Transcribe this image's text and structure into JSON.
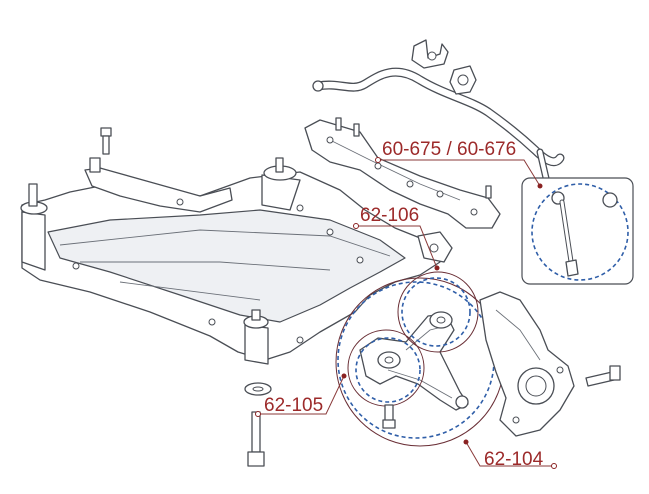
{
  "labels": {
    "endlink": "60-675 / 60-676",
    "upper_mount": "62-106",
    "bolt": "62-105",
    "control_arm": "62-104"
  },
  "icons": [
    "subframe-icon",
    "sway-bar-icon",
    "bushing-bracket-icon",
    "bushing-icon",
    "brace-plate-icon",
    "end-link-icon",
    "control-arm-icon",
    "knuckle-icon",
    "bolt-icon",
    "washer-icon"
  ],
  "colors": {
    "label": "#9c2a2a",
    "callout": "#2f5ea8",
    "line": "#4a4e55"
  }
}
